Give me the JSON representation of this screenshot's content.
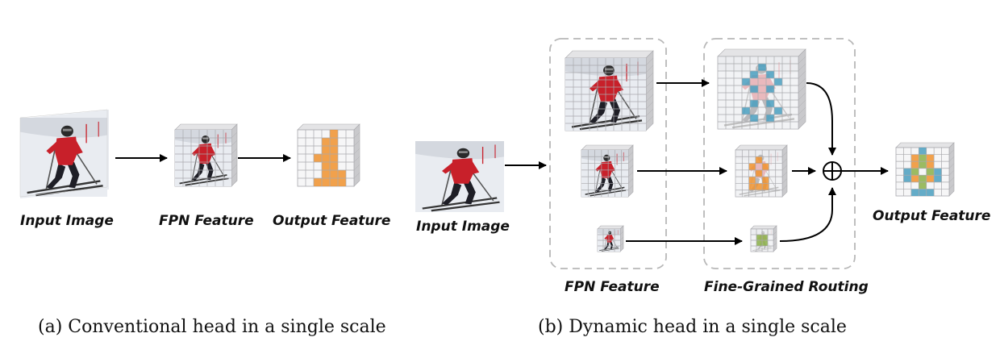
{
  "panel_a": {
    "input_label": "Input Image",
    "fpn_label": "FPN Feature",
    "output_label": "Output Feature",
    "caption": "(a)  Conventional head in a single scale"
  },
  "panel_b": {
    "input_label": "Input Image",
    "fpn_label": "FPN Feature",
    "routing_label": "Fine-Grained Routing",
    "output_label": "Output Feature",
    "caption": "(b)  Dynamic head in a single scale"
  },
  "colors": {
    "orange": "#f0922e",
    "blue": "#4a9fc0",
    "green": "#8bb048",
    "skier_red": "#c8202a",
    "snow": "#e9ecf1",
    "grid_face": "#f6f6f7",
    "grid_side": "#c9c9cc",
    "grid_line": "#a9a9ad",
    "dashed_border": "#b8b8b8"
  }
}
